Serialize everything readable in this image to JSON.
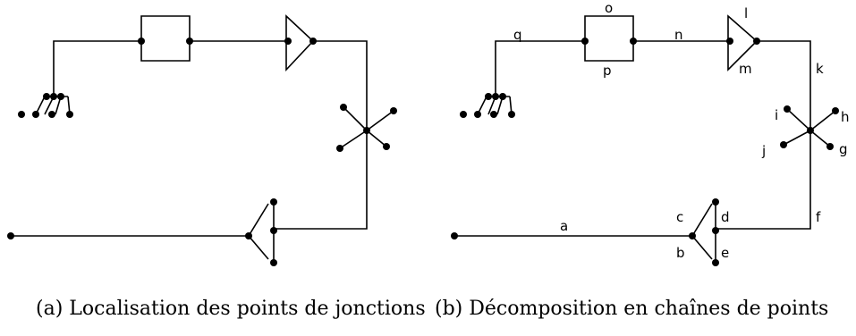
{
  "captions": {
    "a": "(a) Localisation des points de jonctions",
    "b": "(b) Décomposition en chaînes de points"
  },
  "labels": {
    "a": "a",
    "b": "b",
    "c": "c",
    "d": "d",
    "e": "e",
    "f": "f",
    "g": "g",
    "h": "h",
    "i": "i",
    "j": "j",
    "k": "k",
    "l": "l",
    "m": "m",
    "n": "n",
    "o": "o",
    "p": "p",
    "q": "q"
  }
}
